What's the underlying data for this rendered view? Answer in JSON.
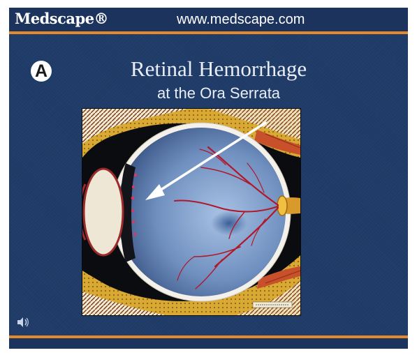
{
  "header": {
    "brand": "Medscape®",
    "url": "www.medscape.com"
  },
  "slide": {
    "badge": "A",
    "title": "Retinal Hemorrhage",
    "subtitle": "at the Ora Serrata"
  },
  "icons": {
    "speaker": "speaker-icon"
  },
  "colors": {
    "background": "#1f3b68",
    "accent_rule": "#e48a2c",
    "text": "#e8edf6",
    "vessels": "#b0182c"
  }
}
